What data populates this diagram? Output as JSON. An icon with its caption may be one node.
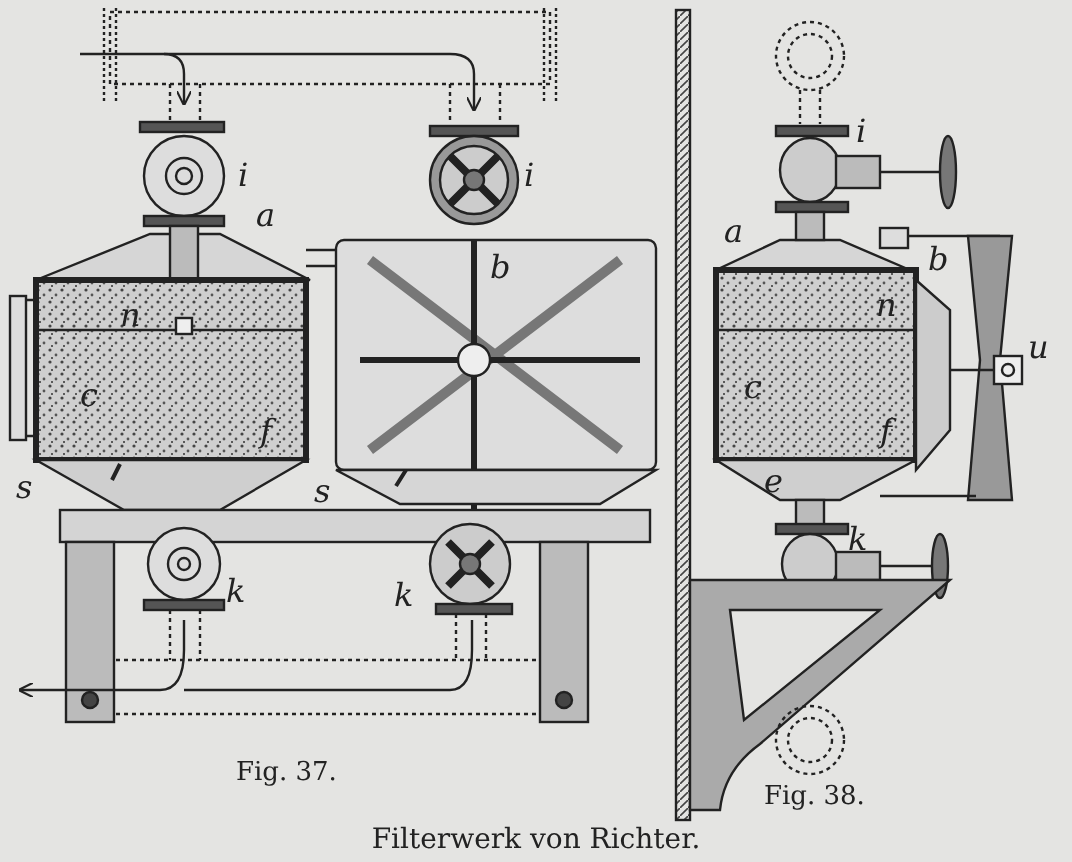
{
  "diagram": {
    "caption": "Filterwerk von Richter.",
    "labels": [
      "i",
      "i",
      "a",
      "b",
      "n",
      "c",
      "f",
      "s",
      "s",
      "k",
      "k",
      "i",
      "a",
      "b",
      "n",
      "u",
      "c",
      "f",
      "e",
      "k",
      "Fig. 37.",
      "Fig. 38."
    ]
  }
}
